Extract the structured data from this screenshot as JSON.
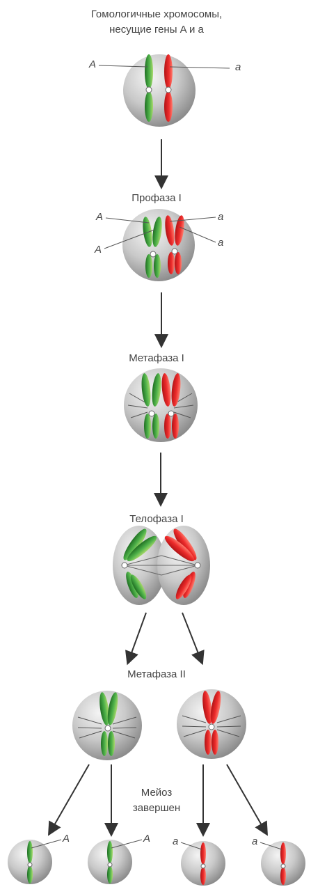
{
  "title": {
    "line1": "Гомологичные хромосомы,",
    "line2": "несущие гены A и a"
  },
  "stages": {
    "prophase1": "Профаза I",
    "metaphase1": "Метафаза I",
    "telophase1": "Телофаза I",
    "metaphase2": "Метафаза II",
    "done_line1": "Мейоз",
    "done_line2": "завершен"
  },
  "alleles": {
    "dominant": "A",
    "recessive": "a"
  },
  "colors": {
    "dominant_chromosome": "#3a9a3a",
    "recessive_chromosome": "#e0282a",
    "cell": "#bdbdbd",
    "arrow": "#333333"
  }
}
